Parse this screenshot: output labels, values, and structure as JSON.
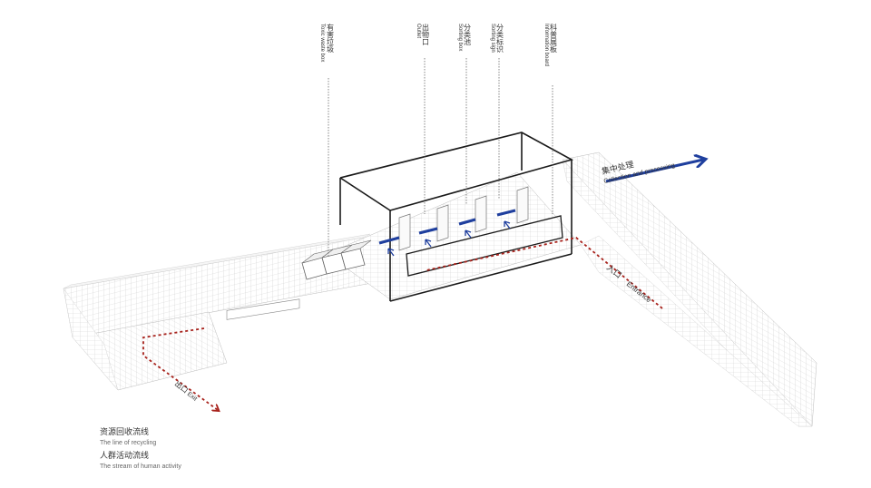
{
  "labels": {
    "toxic": {
      "cn": "有害垃圾",
      "en": "Toxic waste box"
    },
    "outlet": {
      "cn": "出物口",
      "en": "Outlet"
    },
    "sorting_box": {
      "cn": "分类池",
      "en": "Sorting box"
    },
    "sorting_sign": {
      "cn": "分类标识",
      "en": "Sorting sign"
    },
    "info_board": {
      "cn": "科普展板",
      "en": "Information board"
    },
    "collection": {
      "cn": "集中处理",
      "en": "Collection and processing"
    },
    "entrance": {
      "cn": "入口",
      "en": "Entrance"
    },
    "exit": {
      "cn": "出口",
      "en": "Exit"
    }
  },
  "legend": {
    "recycling": {
      "cn": "资源回收流线",
      "en": "The line of recycling",
      "color": "#1f3f9e"
    },
    "human": {
      "cn": "人群活动流线",
      "en": "The stream of human activity",
      "color": "#a8221c"
    }
  },
  "colors": {
    "recycle": "#1f3f9e",
    "human": "#a8221c",
    "frame": "#1a1a1a",
    "grid": "#d6d6d6"
  }
}
